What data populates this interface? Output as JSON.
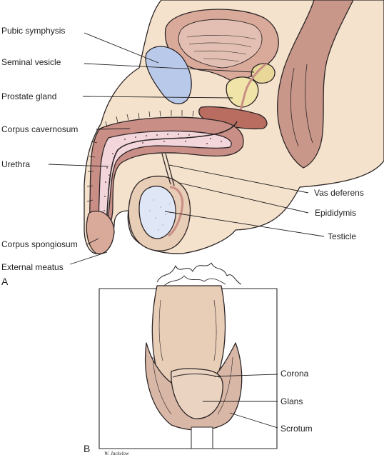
{
  "panel_a": {
    "letter": "A",
    "labels": {
      "pubic_symphysis": "Pubic symphysis",
      "seminal_vesicle": "Seminal vesicle",
      "prostate_gland": "Prostate gland",
      "corpus_cavernosum": "Corpus cavernosum",
      "urethra": "Urethra",
      "corpus_spongiosum": "Corpus spongiosum",
      "external_meatus": "External meatus",
      "vas_deferens": "Vas deferens",
      "epididymis": "Epididymis",
      "testicle": "Testicle"
    }
  },
  "panel_b": {
    "letter": "B",
    "labels": {
      "corona": "Corona",
      "glans": "Glans",
      "scrotum": "Scrotum"
    },
    "signature": "W. Jackelow"
  },
  "colors": {
    "skin": "#f4e2cc",
    "bladder": "#d9a99a",
    "bone": "#b9c9ea",
    "tissue": "#c98e85",
    "spongy": "#f3d6dc",
    "prostate": "#f1e4a9",
    "rectum": "#c8978a",
    "testis": "#dfe6f6",
    "outline": "#2c2526"
  }
}
